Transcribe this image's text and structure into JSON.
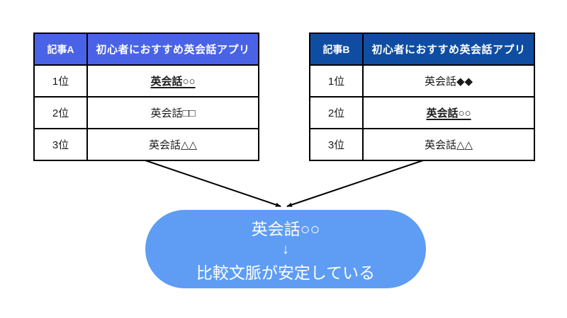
{
  "tables": [
    {
      "id": "A",
      "header": {
        "label": "記事A",
        "title": "初心者におすすめ英会話アプリ",
        "bg": "#4A63E6",
        "text_color": "#ffffff"
      },
      "rows": [
        {
          "rank": "1位",
          "app": "英会話○○",
          "highlight": true
        },
        {
          "rank": "2位",
          "app": "英会話□□",
          "highlight": false
        },
        {
          "rank": "3位",
          "app": "英会話△△",
          "highlight": false
        }
      ]
    },
    {
      "id": "B",
      "header": {
        "label": "記事B",
        "title": "初心者におすすめ英会話アプリ",
        "bg": "#0F4DA2",
        "text_color": "#ffffff"
      },
      "rows": [
        {
          "rank": "1位",
          "app": "英会話◆◆",
          "highlight": false
        },
        {
          "rank": "2位",
          "app": "英会話○○",
          "highlight": true
        },
        {
          "rank": "3位",
          "app": "英会話△△",
          "highlight": false
        }
      ]
    }
  ],
  "conclusion": {
    "lines": [
      "英会話○○",
      "↓",
      "比較文脈が安定している"
    ],
    "bg": "#5E9DF3",
    "text_color": "#ffffff"
  },
  "colors": {
    "background": "#ffffff",
    "table_border": "#000000",
    "arrow": "#000000"
  }
}
